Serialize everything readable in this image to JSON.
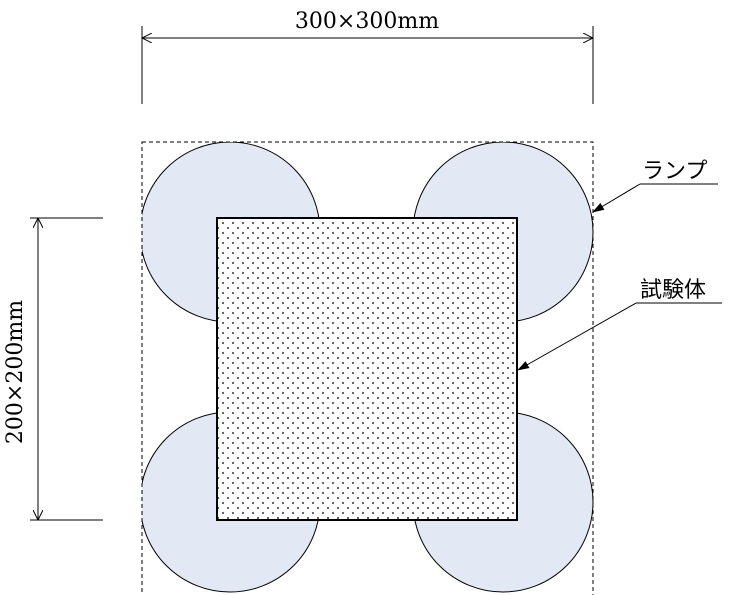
{
  "dimensions": {
    "outer": "300×300mm",
    "inner": "200×200mm"
  },
  "labels": {
    "lamp": "ランプ",
    "specimen": "試験体"
  },
  "colors": {
    "lamp_fill": "#e3e9f4",
    "line": "#000000",
    "specimen_fill": "#ffffff",
    "dot": "#555555"
  }
}
